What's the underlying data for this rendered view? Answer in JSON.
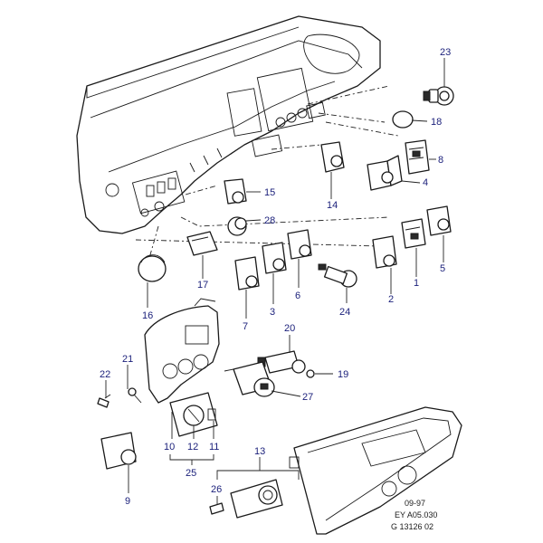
{
  "callouts": [
    {
      "id": "23",
      "label": "23"
    },
    {
      "id": "18",
      "label": "18"
    },
    {
      "id": "8",
      "label": "8"
    },
    {
      "id": "4",
      "label": "4"
    },
    {
      "id": "15",
      "label": "15"
    },
    {
      "id": "14",
      "label": "14"
    },
    {
      "id": "28",
      "label": "28"
    },
    {
      "id": "5",
      "label": "5"
    },
    {
      "id": "1",
      "label": "1"
    },
    {
      "id": "2",
      "label": "2"
    },
    {
      "id": "16",
      "label": "16"
    },
    {
      "id": "17",
      "label": "17"
    },
    {
      "id": "6",
      "label": "6"
    },
    {
      "id": "3",
      "label": "3"
    },
    {
      "id": "7",
      "label": "7"
    },
    {
      "id": "24",
      "label": "24"
    },
    {
      "id": "20",
      "label": "20"
    },
    {
      "id": "19",
      "label": "19"
    },
    {
      "id": "27",
      "label": "27"
    },
    {
      "id": "21",
      "label": "21"
    },
    {
      "id": "22",
      "label": "22"
    },
    {
      "id": "10",
      "label": "10"
    },
    {
      "id": "12",
      "label": "12"
    },
    {
      "id": "11",
      "label": "11"
    },
    {
      "id": "25",
      "label": "25"
    },
    {
      "id": "9",
      "label": "9"
    },
    {
      "id": "13",
      "label": "13"
    },
    {
      "id": "26",
      "label": "26"
    }
  ],
  "reference": {
    "date": "09-97",
    "code": "EY A05.030",
    "sheet": "G 13126 02"
  }
}
